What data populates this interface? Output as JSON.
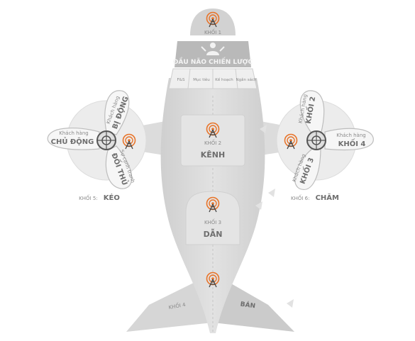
{
  "colors": {
    "body": "#d9d9d9",
    "body_light": "#e8e8e8",
    "body_dark": "#c8c8c8",
    "text": "#6e6e6e",
    "accent": "#e8742a",
    "icon_dark": "#555555"
  },
  "nose": {
    "label": "KHỐI 1"
  },
  "head": {
    "title": "ĐẦU NÃO CHIẾN LƯỢC",
    "segments": [
      "F&S",
      "Mục tiêu",
      "Kế hoạch",
      "Ngân sách"
    ]
  },
  "center": {
    "block2": {
      "small": "KHỐI 2",
      "big": "KÊNH"
    },
    "block3": {
      "small": "KHỐI 3",
      "big": "DẪN"
    },
    "block4": {
      "small": "KHỐI 4",
      "big": "BÁN"
    }
  },
  "left_propeller": {
    "blade_left": {
      "small": "Khách hàng",
      "big": "CHỦ ĐỘNG"
    },
    "blade_top": {
      "small": "Khách hàng",
      "big": "BỊ ĐỘNG"
    },
    "blade_bottom": {
      "small": "Sự cạnh tranh",
      "big": "ĐỐI THỦ"
    },
    "caption_small": "KHỐI 5:",
    "caption_big": "KÉO"
  },
  "right_propeller": {
    "blade_top": {
      "small": "Khách hàng",
      "big": "KHỐI 2"
    },
    "blade_right": {
      "small": "Khách hàng",
      "big": "KHỐI 4"
    },
    "blade_bottom": {
      "small": "Khách hàng",
      "big": "KHỐI 3"
    },
    "caption_small": "KHỐI 6:",
    "caption_big": "CHĂM"
  },
  "icons": [
    "antenna-icon",
    "person-icon",
    "hub-icon"
  ]
}
